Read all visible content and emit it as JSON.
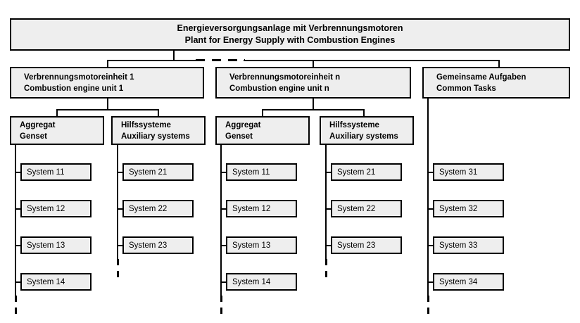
{
  "diagram": {
    "title_de": "Energieversorgungsanlage mit Verbrennungsmotoren",
    "title_en": "Plant for Energy Supply with Combustion Engines",
    "colors": {
      "box_fill": "#eeeeee",
      "line": "#000000",
      "text": "#000000",
      "background": "#ffffff"
    },
    "root": {
      "line_de": "Energieversorgungsanlage mit Verbrennungsmotoren",
      "line_en": "Plant for Energy Supply with Combustion Engines"
    },
    "units": [
      {
        "line_de": "Verbrennungsmotoreinheit 1",
        "line_en": "Combustion engine unit 1"
      },
      {
        "line_de": "Verbrennungsmotoreinheit n",
        "line_en": "Combustion engine unit n"
      },
      {
        "line_de": "Gemeinsame Aufgaben",
        "line_en": "Common Tasks"
      }
    ],
    "groups": [
      {
        "line_de": "Aggregat",
        "line_en": "Genset"
      },
      {
        "line_de": "Hilfssysteme",
        "line_en": "Auxiliary systems"
      },
      {
        "line_de": "Aggregat",
        "line_en": "Genset"
      },
      {
        "line_de": "Hilfssysteme",
        "line_en": "Auxiliary systems"
      }
    ],
    "columns": [
      {
        "systems": [
          "System 11",
          "System 12",
          "System 13",
          "System 14"
        ]
      },
      {
        "systems": [
          "System 21",
          "System 22",
          "System 23"
        ]
      },
      {
        "systems": [
          "System 11",
          "System 12",
          "System 13",
          "System 14"
        ]
      },
      {
        "systems": [
          "System 21",
          "System 22",
          "System 23"
        ]
      },
      {
        "systems": [
          "System 31",
          "System 32",
          "System 33",
          "System 34"
        ]
      }
    ]
  }
}
